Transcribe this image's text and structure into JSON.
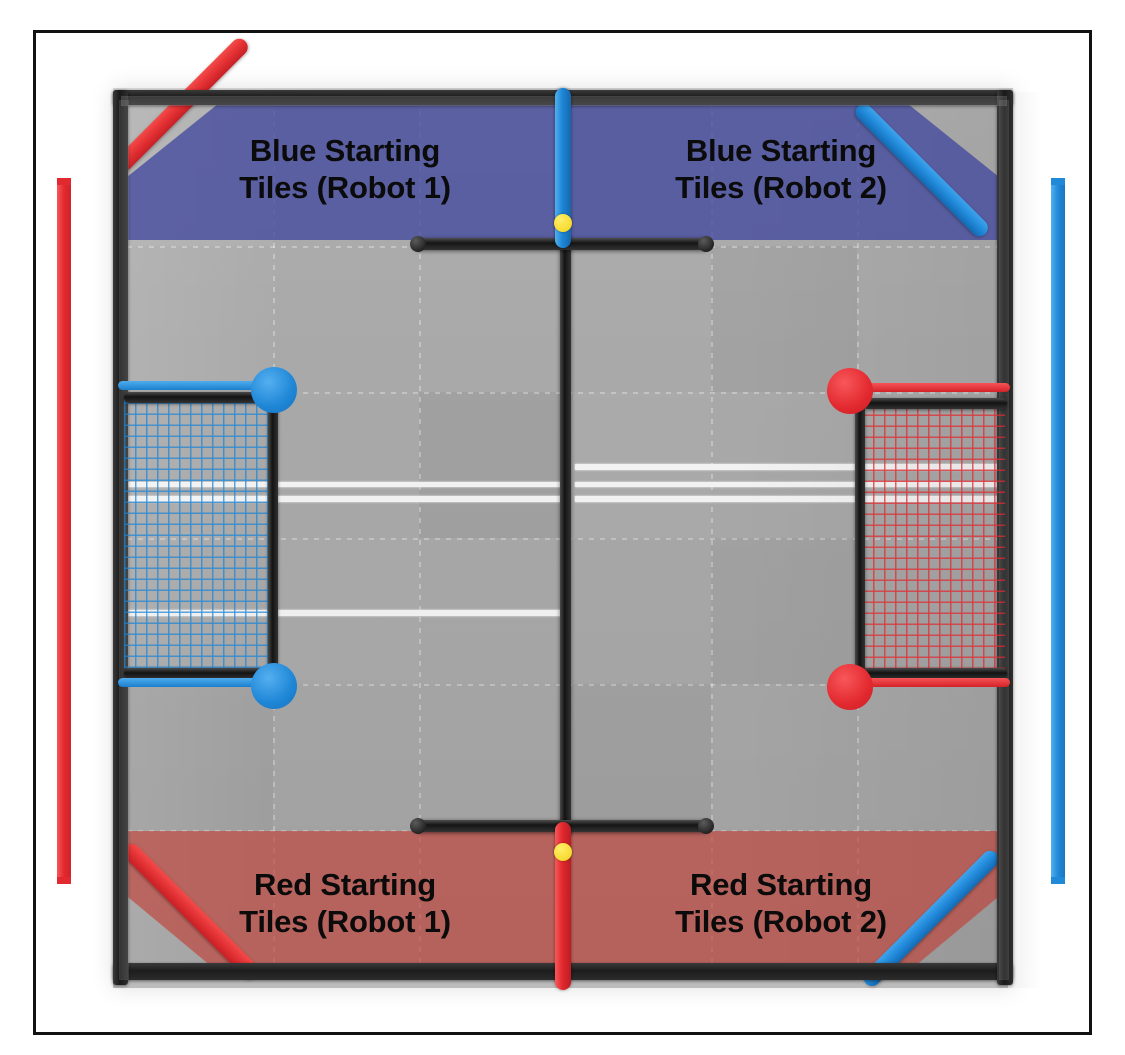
{
  "figure": {
    "title": "FTC competition field overhead diagram",
    "background_color": "#ffffff",
    "border_color": "#121212"
  },
  "zones": [
    {
      "id": "blue-1",
      "line1": "Blue Starting",
      "line2": "Tiles (Robot 1)",
      "alliance": "blue",
      "robot": 1,
      "color": "#42499e",
      "position": "top-left"
    },
    {
      "id": "blue-2",
      "line1": "Blue Starting",
      "line2": "Tiles (Robot 2)",
      "alliance": "blue",
      "robot": 2,
      "color": "#42499e",
      "position": "top-right"
    },
    {
      "id": "red-1",
      "line1": "Red Starting",
      "line2": "Tiles (Robot 1)",
      "alliance": "red",
      "robot": 1,
      "color": "#c43c32",
      "position": "bottom-left"
    },
    {
      "id": "red-2",
      "line1": "Red Starting",
      "line2": "Tiles (Robot 2)",
      "alliance": "red",
      "robot": 2,
      "color": "#c43c32",
      "position": "bottom-right"
    }
  ],
  "field": {
    "mat_color": "#a9a9a9",
    "tile_rows": 6,
    "tile_cols": 6,
    "wall_color": "#1d1d1d",
    "tape_color": "#f4f4f4"
  },
  "elements": {
    "corner_diagonals": [
      {
        "name": "top-left-diagonal",
        "color": "red"
      },
      {
        "name": "top-right-diagonal",
        "color": "blue"
      },
      {
        "name": "bottom-left-diagonal",
        "color": "red"
      },
      {
        "name": "bottom-right-diagonal",
        "color": "blue"
      }
    ],
    "center_poles": [
      {
        "name": "top-center-pole",
        "color": "blue",
        "marker": "yellow-dot"
      },
      {
        "name": "bottom-center-pole",
        "color": "red",
        "marker": "yellow-dot"
      }
    ],
    "goals": [
      {
        "name": "blue-goal-net",
        "color": "blue",
        "side": "left"
      },
      {
        "name": "red-goal-net",
        "color": "red",
        "side": "right"
      }
    ],
    "legend_bars": [
      {
        "name": "left-outer-bar",
        "color": "red"
      },
      {
        "name": "right-outer-bar",
        "color": "blue"
      }
    ],
    "accent_colors": {
      "red": "#e2292f",
      "blue": "#1e86d6",
      "yellow": "#f2d216",
      "black": "#151515",
      "white_tape": "#f4f4f4"
    }
  }
}
